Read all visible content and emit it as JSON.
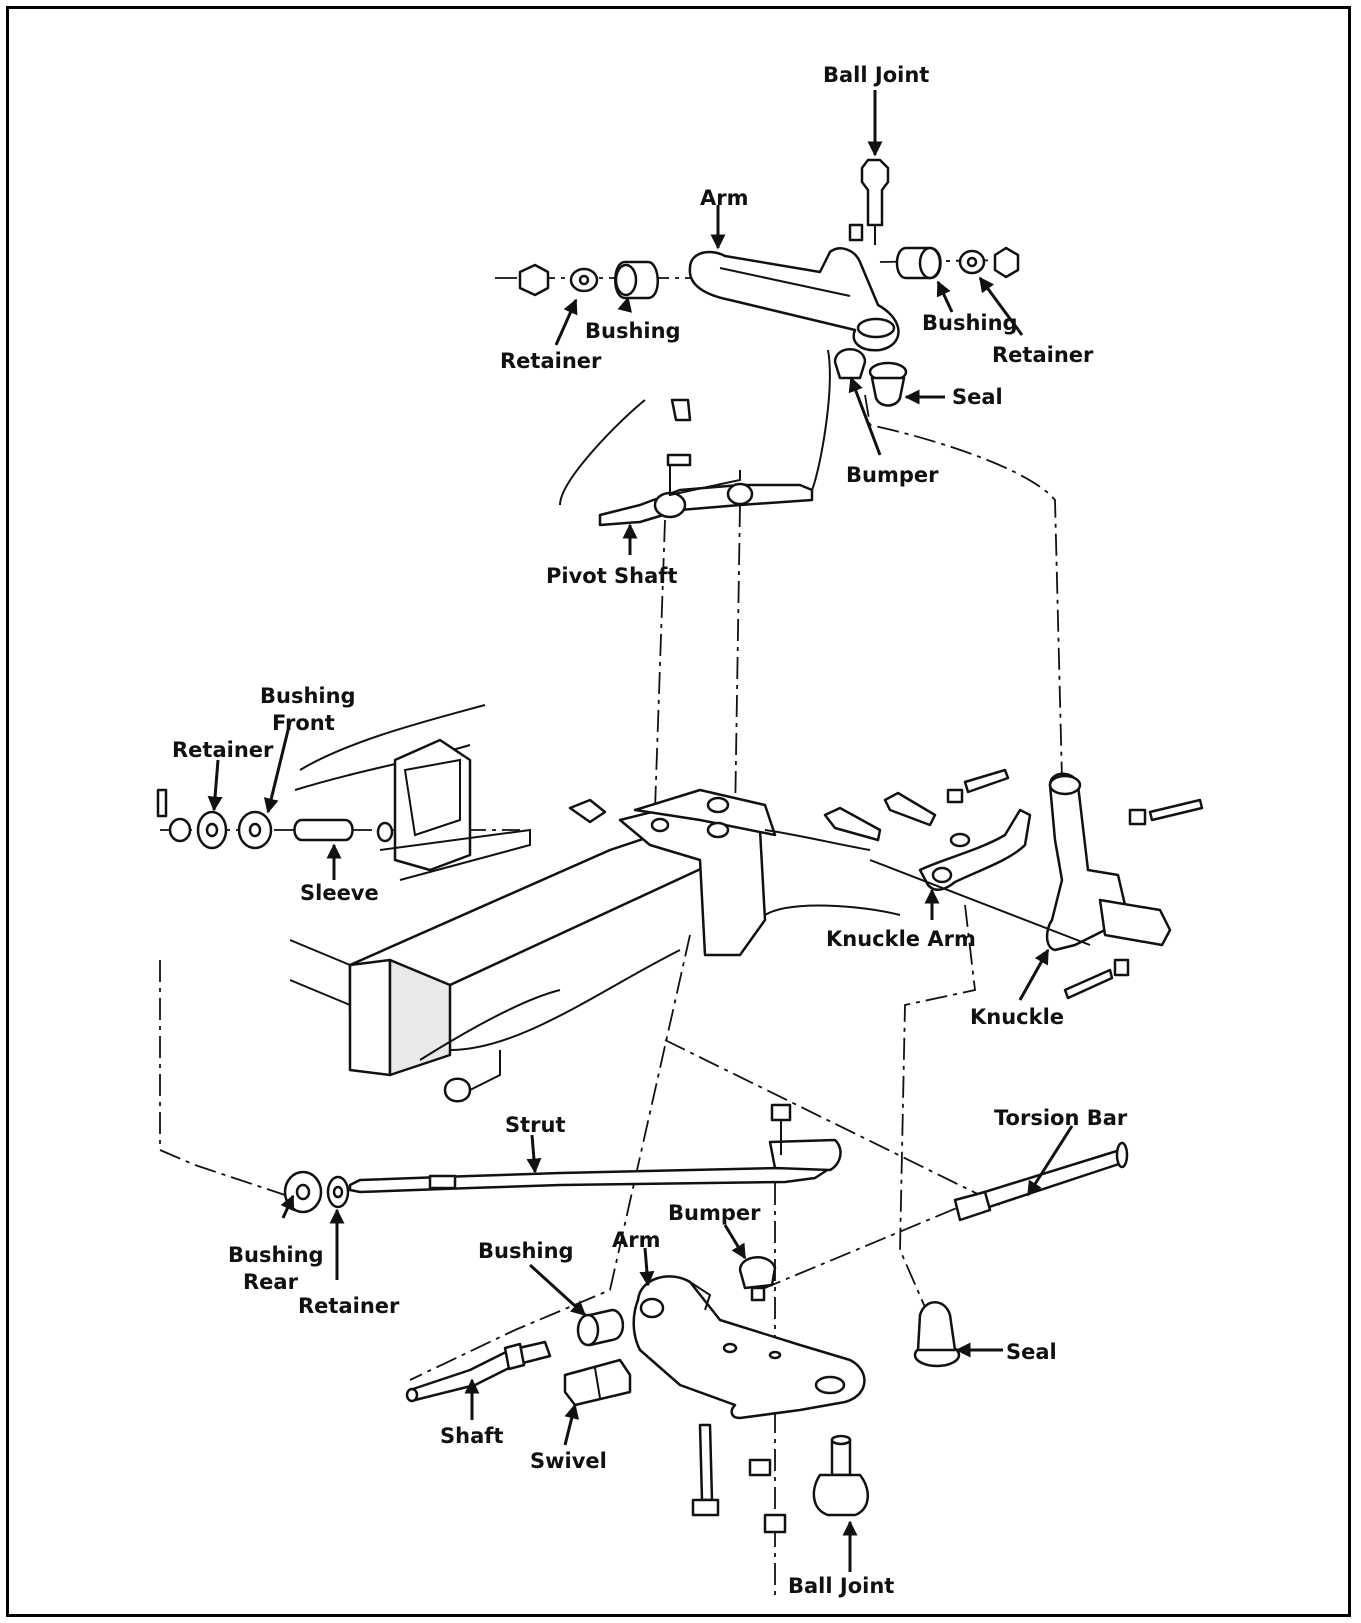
{
  "labels": {
    "ball_joint_upper": "Ball Joint",
    "arm_upper": "Arm",
    "bushing_upper_left": "Bushing",
    "retainer_upper_left": "Retainer",
    "bushing_upper_right": "Bushing",
    "retainer_upper_right": "Retainer",
    "seal_upper": "Seal",
    "bumper_upper": "Bumper",
    "pivot_shaft": "Pivot Shaft",
    "bushing_front_line1": "Bushing",
    "bushing_front_line2": "Front",
    "retainer_front": "Retainer",
    "sleeve": "Sleeve",
    "knuckle_arm": "Knuckle Arm",
    "knuckle": "Knuckle",
    "torsion_bar": "Torsion Bar",
    "strut": "Strut",
    "bushing_rear_line1": "Bushing",
    "bushing_rear_line2": "Rear",
    "retainer_rear": "Retainer",
    "bumper_lower": "Bumper",
    "arm_lower": "Arm",
    "bushing_lower": "Bushing",
    "seal_lower": "Seal",
    "shaft": "Shaft",
    "swivel": "Swivel",
    "ball_joint_lower": "Ball Joint"
  },
  "colors": {
    "ink": "#111111",
    "paper": "#ffffff",
    "shade": "#e9e9e9"
  }
}
